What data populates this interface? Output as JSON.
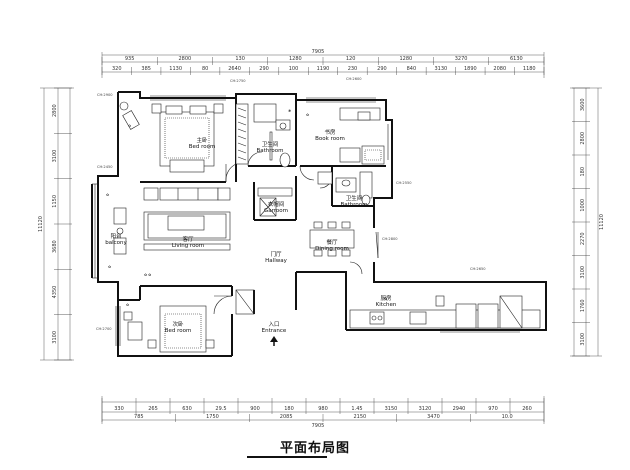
{
  "title": "平面布局图",
  "dims": {
    "top_total": "7905",
    "bottom_total": "7905",
    "top_row1": [
      "935",
      "2800",
      "130",
      "1280",
      "120",
      "1280",
      "3270",
      "6130"
    ],
    "top_row2": [
      "320",
      "385",
      "1130",
      "80",
      "2640",
      "290",
      "100",
      "1190",
      "230",
      "290",
      "840",
      "3130",
      "1890",
      "2080",
      "1180"
    ],
    "bottom_row1": [
      "330",
      "265",
      "630",
      "29.5",
      "900",
      "180",
      "980",
      "1.45",
      "3150",
      "3120",
      "2940",
      "970",
      "260"
    ],
    "bottom_row2": [
      "785",
      "1750",
      "2085",
      "2150",
      "3470",
      "10.0"
    ],
    "left": [
      "2800",
      "3100",
      "1150",
      "3680",
      "4350",
      "3100"
    ],
    "right": [
      "3600",
      "2800",
      "180",
      "1000",
      "2270",
      "3100",
      "1760",
      "3100"
    ],
    "right_total": "11120",
    "left_total": "11120"
  },
  "rooms": [
    {
      "cn": "主卧",
      "en": "Bed room"
    },
    {
      "cn": "卫生间",
      "en": "Bathroom"
    },
    {
      "cn": "书房",
      "en": "Book room"
    },
    {
      "cn": "卫生间",
      "en": "Bathroom"
    },
    {
      "cn": "衣帽间",
      "en": "Garroom"
    },
    {
      "cn": "客厅",
      "en": "Living room"
    },
    {
      "cn": "阳台",
      "en": "balcony"
    },
    {
      "cn": "门厅",
      "en": "Hallway"
    },
    {
      "cn": "餐厅",
      "en": "Dining room"
    },
    {
      "cn": "厨房",
      "en": "Kitchen"
    },
    {
      "cn": "次卧",
      "en": "Bed room"
    },
    {
      "cn": "入口",
      "en": "Entrance"
    }
  ],
  "ceiling_notes": [
    "CH:2900",
    "CH:2750",
    "CH:2600",
    "CH:2450",
    "CH:2550",
    "CH:2800",
    "CH:2650",
    "CH:2700"
  ]
}
